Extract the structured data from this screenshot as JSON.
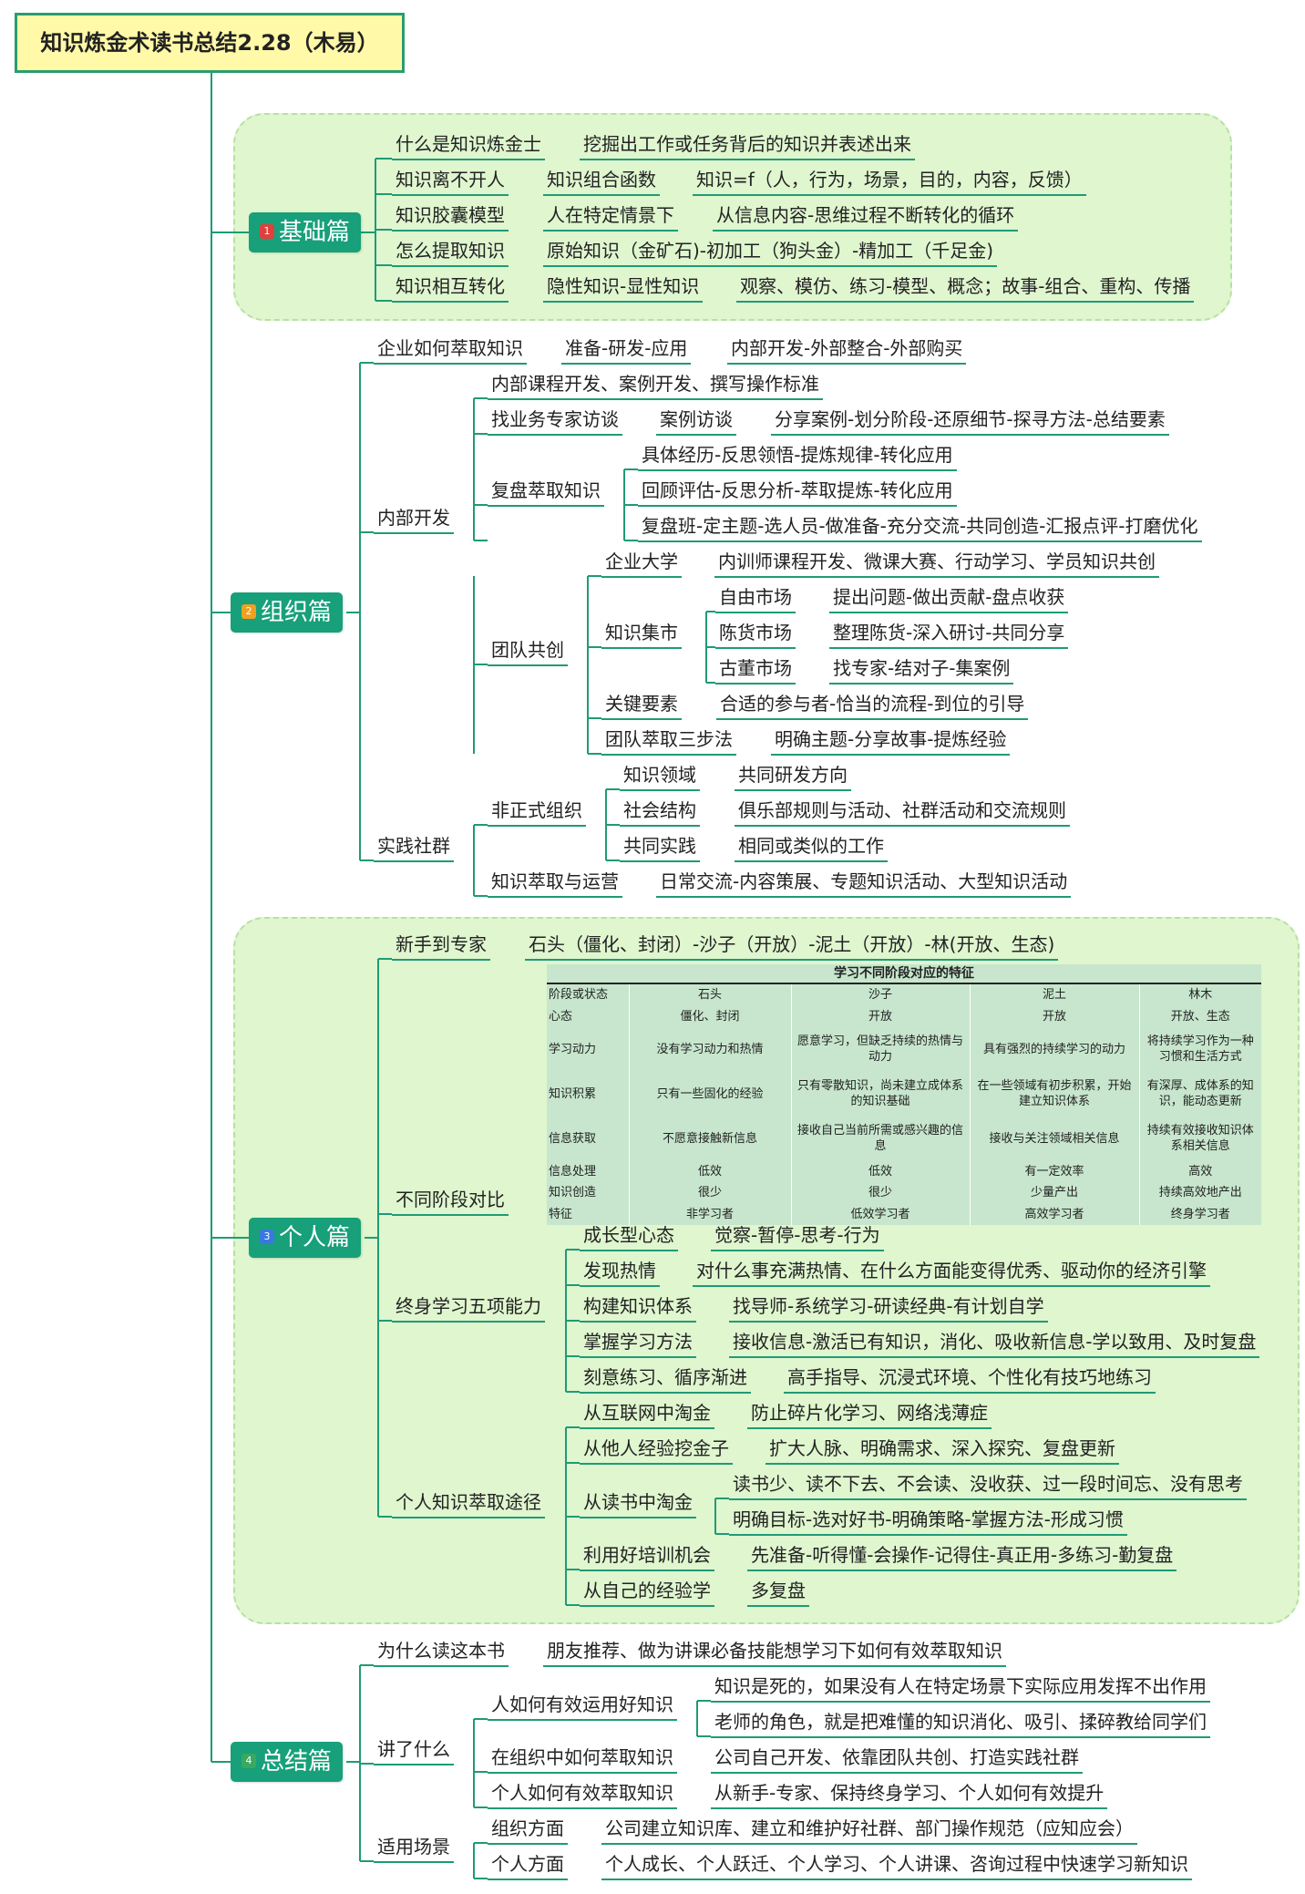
{
  "title": "知识炼金术读书总结2.28（木易）",
  "branch1": {
    "num": "1",
    "label": "基础篇",
    "items": [
      {
        "a": "什么是知识炼金士",
        "b": "挖掘出工作或任务背后的知识并表述出来"
      },
      {
        "a": "知识离不开人",
        "b": "知识组合函数",
        "c": "知识=f（人，行为，场景，目的，内容，反馈）"
      },
      {
        "a": "知识胶囊模型",
        "b": "人在特定情景下",
        "c": "从信息内容-思维过程不断转化的循环"
      },
      {
        "a": "怎么提取知识",
        "b": "原始知识（金矿石)-初加工（狗头金）-精加工（千足金)"
      },
      {
        "a": "知识相互转化",
        "b": "隐性知识-显性知识",
        "c": "观察、模仿、练习-模型、概念；故事-组合、重构、传播"
      }
    ]
  },
  "branch2": {
    "num": "2",
    "label": "组织篇",
    "n1": "企业如何萃取知识",
    "n1a": "准备-研发-应用",
    "n1b": "内部开发-外部整合-外部购买",
    "n2": "内部开发",
    "n2a": "内部课程开发、案例开发、撰写操作标准",
    "n2b": "找业务专家访谈",
    "n2b1": "案例访谈",
    "n2b2": "分享案例-划分阶段-还原细节-探寻方法-总结要素",
    "n2c": "复盘萃取知识",
    "n2c1": "具体经历-反思领悟-提炼规律-转化应用",
    "n2c2": "回顾评估-反思分析-萃取提炼-转化应用",
    "n2c3": "复盘班-定主题-选人员-做准备-充分交流-共同创造-汇报点评-打磨优化",
    "n2d": "团队共创",
    "n2d1": "企业大学",
    "n2d1a": "内训师课程开发、微课大赛、行动学习、学员知识共创",
    "n2d2": "知识集市",
    "m1": "自由市场",
    "m1a": "提出问题-做出贡献-盘点收获",
    "m2": "陈货市场",
    "m2a": "整理陈货-深入研讨-共同分享",
    "m3": "古董市场",
    "m3a": "找专家-结对子-集案例",
    "n2d3": "关键要素",
    "n2d3a": "合适的参与者-恰当的流程-到位的引导",
    "n2d4": "团队萃取三步法",
    "n2d4a": "明确主题-分享故事-提炼经验",
    "n3": "实践社群",
    "n3a": "非正式组织",
    "p1": "知识领域",
    "p1a": "共同研发方向",
    "p2": "社会结构",
    "p2a": "俱乐部规则与活动、社群活动和交流规则",
    "p3": "共同实践",
    "p3a": "相同或类似的工作",
    "n3b": "知识萃取与运营",
    "n3b1": "日常交流-内容策展、专题知识活动、大型知识活动"
  },
  "branch3": {
    "num": "3",
    "label": "个人篇",
    "n1": "新手到专家",
    "n1a": "石头（僵化、封闭）-沙子（开放）-泥土（开放）-林(开放、生态)",
    "n2": "不同阶段对比",
    "table": {
      "caption": "学习不同阶段对应的特征",
      "rows": [
        [
          "阶段或状态",
          "石头",
          "沙子",
          "泥土",
          "林木"
        ],
        [
          "心态",
          "僵化、封闭",
          "开放",
          "开放",
          "开放、生态"
        ],
        [
          "学习动力",
          "没有学习动力和热情",
          "愿意学习，但缺乏持续的热情与动力",
          "具有强烈的持续学习的动力",
          "将持续学习作为一种习惯和生活方式"
        ],
        [
          "知识积累",
          "只有一些固化的经验",
          "只有零散知识，尚未建立成体系的知识基础",
          "在一些领域有初步积累，开始建立知识体系",
          "有深厚、成体系的知识，能动态更新"
        ],
        [
          "信息获取",
          "不愿意接触新信息",
          "接收自己当前所需或感兴趣的信息",
          "接收与关注领域相关信息",
          "持续有效接收知识体系相关信息"
        ],
        [
          "信息处理",
          "低效",
          "低效",
          "有一定效率",
          "高效"
        ],
        [
          "知识创造",
          "很少",
          "很少",
          "少量产出",
          "持续高效地产出"
        ],
        [
          "特征",
          "非学习者",
          "低效学习者",
          "高效学习者",
          "终身学习者"
        ]
      ]
    },
    "n3": "终身学习五项能力",
    "f1": "成长型心态",
    "f1a": "觉察-暂停-思考-行为",
    "f2": "发现热情",
    "f2a": "对什么事充满热情、在什么方面能变得优秀、驱动你的经济引擎",
    "f3": "构建知识体系",
    "f3a": "找导师-系统学习-研读经典-有计划自学",
    "f4": "掌握学习方法",
    "f4a": "接收信息-激活已有知识，消化、吸收新信息-学以致用、及时复盘",
    "f5": "刻意练习、循序渐进",
    "f5a": "高手指导、沉浸式环境、个性化有技巧地练习",
    "n4": "个人知识萃取途径",
    "g1": "从互联网中淘金",
    "g1a": "防止碎片化学习、网络浅薄症",
    "g2": "从他人经验挖金子",
    "g2a": "扩大人脉、明确需求、深入探究、复盘更新",
    "g3": "从读书中淘金",
    "g3a": "读书少、读不下去、不会读、没收获、过一段时间忘、没有思考",
    "g3b": "明确目标-选对好书-明确策略-掌握方法-形成习惯",
    "g4": "利用好培训机会",
    "g4a": "先准备-听得懂-会操作-记得住-真正用-多练习-勤复盘",
    "g5": "从自己的经验学",
    "g5a": "多复盘"
  },
  "branch4": {
    "num": "4",
    "label": "总结篇",
    "n1": "为什么读这本书",
    "n1a": "朋友推荐、做为讲课必备技能想学习下如何有效萃取知识",
    "n2": "讲了什么",
    "n2a": "人如何有效运用好知识",
    "n2a1": "知识是死的，如果没有人在特定场景下实际应用发挥不出作用",
    "n2a2": "老师的角色，就是把难懂的知识消化、吸引、揉碎教给同学们",
    "n2b": "在组织中如何萃取知识",
    "n2b1": "公司自己开发、依靠团队共创、打造实践社群",
    "n2c": "个人如何有效萃取知识",
    "n2c1": "从新手-专家、保持终身学习、个人如何有效提升",
    "n3": "适用场景",
    "n3a": "组织方面",
    "n3a1": "公司建立知识库、建立和维护好社群、部门操作规范（应知应会）",
    "n3b": "个人方面",
    "n3b1": "个人成长、个人跃迁、个人学习、个人讲课、咨询过程中快速学习新知识"
  },
  "colors": {
    "branch": "#17a07a",
    "line": "#1f9b76",
    "cloud": "#dff6cf",
    "title_bg": "#fff9a8",
    "num1": "#e0403c",
    "num2": "#f0a020",
    "num3": "#3a78e0",
    "num4": "#3aa860"
  }
}
